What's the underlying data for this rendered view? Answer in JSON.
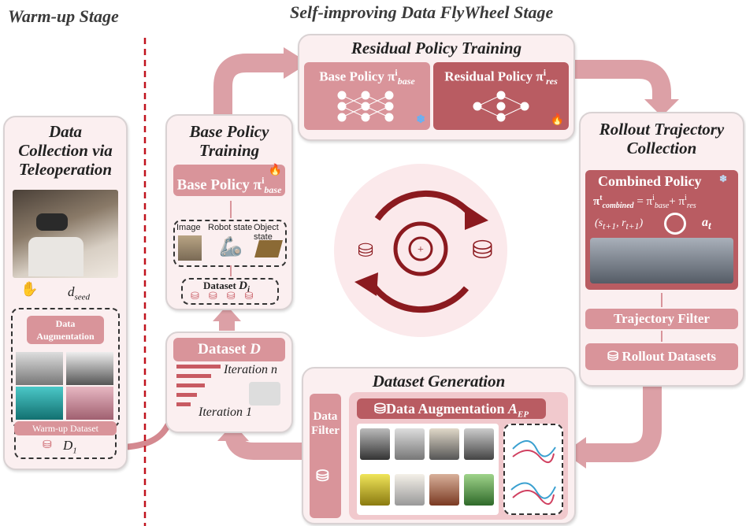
{
  "stages": {
    "warmup": "Warm-up Stage",
    "flywheel": "Self-improving Data FlyWheel Stage"
  },
  "data_collection": {
    "title_line1": "Data",
    "title_line2": "Collection via",
    "title_line3": "Teleoperation",
    "seed_label": "d",
    "seed_sub": "seed",
    "augment_line1": "Data",
    "augment_line2": "Augmentation",
    "warmup_dataset": "Warm-up Dataset",
    "d1_label": "D",
    "d1_sub": "1"
  },
  "base_training": {
    "title_line1": "Base Policy",
    "title_line2": "Training",
    "policy_label": "Base Policy π",
    "policy_sup": "i",
    "policy_sub": "base",
    "input_image": "Image",
    "input_robot": "Robot state",
    "input_object": "Object state",
    "dataset_label": "Dataset",
    "dataset_sym": "D",
    "dataset_sub": "i"
  },
  "dataset_box": {
    "title": "Dataset",
    "sym": "D",
    "iter_n": "Iteration n",
    "iter_1": "Iteration 1"
  },
  "residual": {
    "title": "Residual Policy Training",
    "base_label": "Base Policy π",
    "base_sup": "i",
    "base_sub": "base",
    "res_label": "Residual Policy π",
    "res_sup": "i",
    "res_sub": "res"
  },
  "rollout": {
    "title_line1": "Rollout Trajectory",
    "title_line2": "Collection",
    "combined": "Combined Policy",
    "eq_lhs": "π",
    "eq_lhs_sup": "t",
    "eq_lhs_sub": "combined",
    "eq_rhs": "= π",
    "eq_rhs_sup": "i",
    "eq_rhs_sub": "base",
    "eq_plus": "+ π",
    "eq_plus_sup": "i",
    "eq_plus_sub": "res",
    "state": "(s",
    "state_sub1": "t+1",
    "state_mid": ", r",
    "state_sub2": "t+1",
    "state_end": ")",
    "action": "a",
    "action_sub": "t",
    "filter": "Trajectory Filter",
    "datasets": "Rollout Datasets"
  },
  "generation": {
    "title": "Dataset Generation",
    "filter_line1": "Data",
    "filter_line2": "Filter",
    "augment": "Data Augmentation",
    "augment_sym": "A",
    "augment_sub": "EP"
  },
  "colors": {
    "accent": "#d9949a",
    "dark_accent": "#b95c62",
    "wheel": "#8b1a1f",
    "divider": "#c0121d"
  }
}
